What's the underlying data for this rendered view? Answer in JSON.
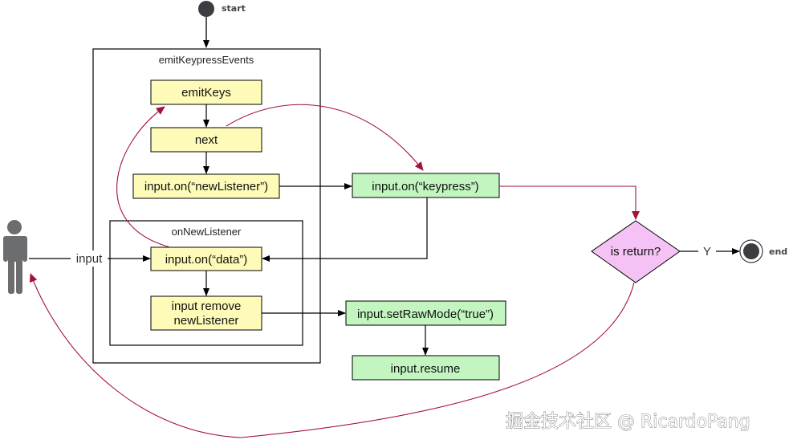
{
  "diagram": {
    "start_label": "start",
    "end_label": "end",
    "actor_label": "input",
    "groups": {
      "emit_keypress_events": "emitKeypressEvents",
      "on_new_listener": "onNewListener"
    },
    "nodes": {
      "emit_keys": "emitKeys",
      "next": "next",
      "input_on_new_listener": "input.on(“newListener”)",
      "input_on_data": "input.on(“data”)",
      "input_remove_line1": "input remove",
      "input_remove_line2": "newListener",
      "input_on_keypress": "input.on(“keypress”)",
      "set_raw_mode": "input.setRawMode(“true”)",
      "input_resume": "input.resume",
      "decision": "is return?"
    },
    "edge_labels": {
      "yes": "Y"
    },
    "colors": {
      "yellow_fill": "#fdfbb7",
      "green_fill": "#c2f5c0",
      "pink_fill": "#f5c2f5",
      "red_edge": "#a3123a",
      "black_edge": "#000000",
      "actor": "#6b6d6e",
      "terminal": "#3b3d40"
    }
  },
  "watermark": "掘金技术社区 @ RicardoPang"
}
